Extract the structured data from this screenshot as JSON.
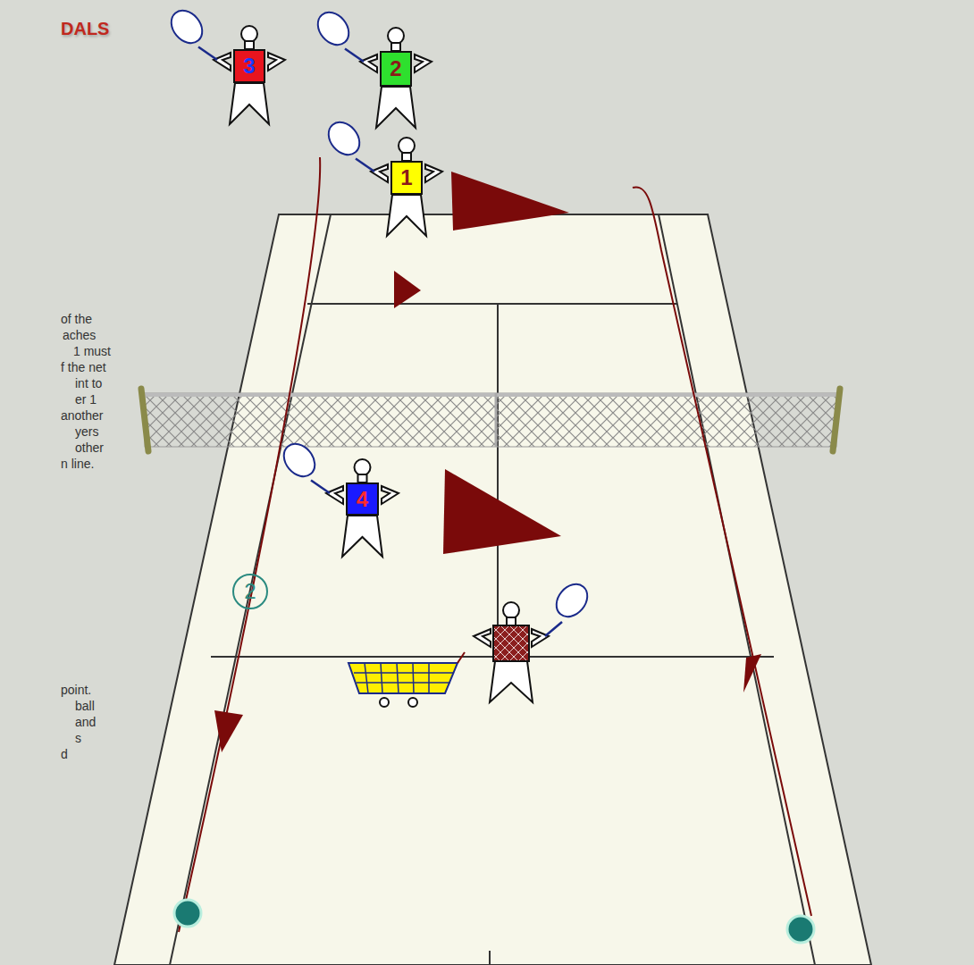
{
  "diagram": {
    "nodes": [
      {
        "text": [
          "3"
        ]
      },
      {
        "text": [
          "2"
        ]
      },
      {
        "text": [
          "1"
        ]
      },
      {
        "text": [
          "4"
        ]
      },
      {
        "text": [
          "2"
        ]
      }
    ],
    "labels": [
      "DALS",
      "of the",
      "aches",
      "1 must",
      "f the net",
      "int to",
      "er 1",
      "another",
      "yers",
      "other",
      "n line.",
      "point.",
      "ball",
      "and",
      "s",
      "d"
    ]
  }
}
